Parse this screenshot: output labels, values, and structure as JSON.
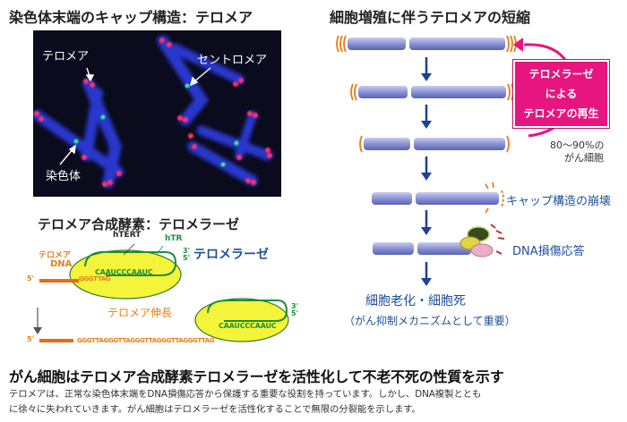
{
  "left": {
    "title": "染色体末端のキャップ構造：テロメア",
    "micro_labels": {
      "telomere": "テロメア",
      "centromere": "セントロメア",
      "chromosome": "染色体"
    },
    "section2_title": "テロメア合成酵素：テロメラーゼ",
    "htert": "hTERT",
    "htr": "hTR",
    "telomerase_label": "テロメラーゼ",
    "telomere_dna_1": "テロメア",
    "telomere_dna_2": "DNA",
    "template_seq": "CAAUCCCAAUC",
    "dna_top": "GGGTTAG",
    "elongation": "テロメア伸長",
    "dna_bottom": "GGGTTAGGGTTAGGGTTAGGGTTAGGGTTAG",
    "prime5": "5'",
    "prime3": "3'"
  },
  "right": {
    "title": "細胞増殖に伴うテロメアの短縮",
    "pink_box": [
      "テロメラーゼ",
      "による",
      "テロメアの再生"
    ],
    "percent_1": "80～90%の",
    "percent_2": "がん細胞",
    "cap_collapse": "キャップ構造の崩壊",
    "dna_damage": "DNA損傷応答",
    "final_1": "細胞老化・細胞死",
    "final_2": "（がん抑制メカニズムとして重要）"
  },
  "bottom": {
    "heading": "がん細胞はテロメア合成酵素テロメラーゼを活性化して不老不死の性質を示す",
    "body_1": "テロメアは、正常な染色体末端をDNA損傷応答から保護する重要な役割を持っています。しかし、DNA複製ととも",
    "body_2": "に徐々に失われていきます。がん細胞はテロメラーゼを活性化することで無限の分裂能を示します。"
  },
  "colors": {
    "telomere_orange": "#e87e17",
    "pink": "#e6157f",
    "chromosome_blue": "#8a93d6",
    "arrow_blue": "#1f3f9a",
    "text_blue": "#1f4e9a"
  }
}
